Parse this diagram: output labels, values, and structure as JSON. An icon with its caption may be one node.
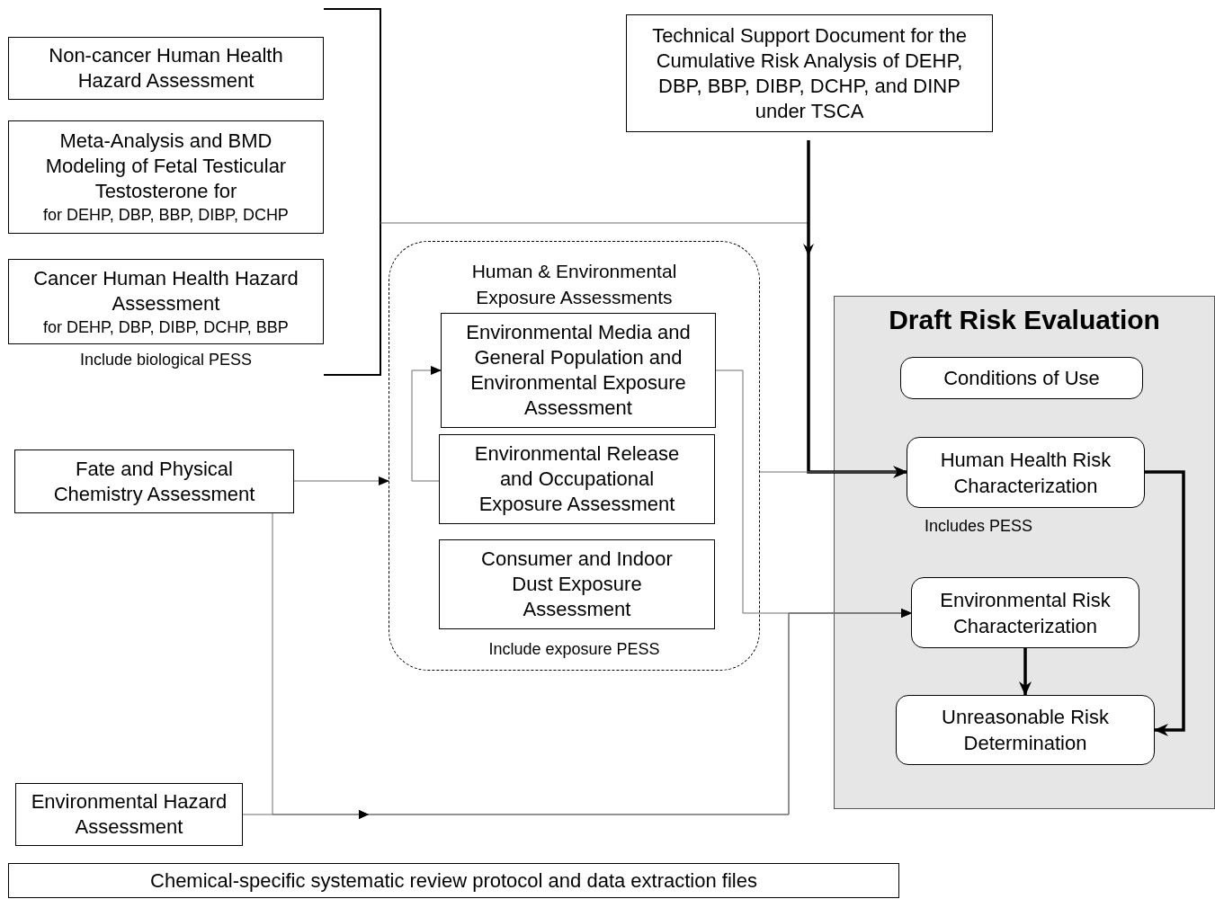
{
  "diagram": {
    "nodes": [
      {
        "text": [
          "Non-cancer Human Health Hazard Assessment"
        ]
      },
      {
        "text": [
          "Meta-Analysis and BMD Modeling of Fetal Testicular Testosterone for",
          "for DEHP, DBP, BBP, DIBP, DCHP"
        ]
      },
      {
        "text": [
          "Cancer Human Health Hazard Assessment",
          "for DEHP, DBP, DIBP, DCHP, BBP"
        ],
        "beside": [
          "Include biological PESS"
        ]
      },
      {
        "text": [
          "Technical Support Document for the Cumulative Risk Analysis of DEHP, DBP, BBP, DIBP, DCHP, and DINP under TSCA"
        ]
      },
      {
        "text": [
          "Human & Environmental Exposure Assessments",
          "Include exposure PESS"
        ]
      },
      {
        "text": [
          "Environmental Media and General Population and Environmental Exposure Assessment"
        ],
        "in": 4
      },
      {
        "text": [
          "Environmental Release and Occupational Exposure Assessment"
        ],
        "in": 4
      },
      {
        "text": [
          "Consumer and Indoor Dust Exposure Assessment"
        ],
        "in": 4
      },
      {
        "text": [
          "Fate and Physical Chemistry Assessment"
        ]
      },
      {
        "text": [
          "Draft Risk Evaluation"
        ]
      },
      {
        "text": [
          "Conditions of Use"
        ],
        "in": 9
      },
      {
        "text": [
          "Human Health Risk Characterization"
        ],
        "in": 9,
        "beside": [
          "Includes PESS"
        ]
      },
      {
        "text": [
          "Environmental Risk Characterization"
        ],
        "in": 9
      },
      {
        "text": [
          "Unreasonable Risk Determination"
        ],
        "in": 9
      },
      {
        "text": [
          "Environmental Hazard Assessment"
        ]
      },
      {
        "text": [
          "Chemical-specific systematic review protocol and data extraction files"
        ]
      },
      {
        "text": [],
        "shape": "bracket"
      }
    ],
    "edges": [
      {
        "from": 16,
        "to": 11,
        "arrow": "to"
      },
      {
        "from": 3,
        "to": 11,
        "arrow": "to",
        "style": "thick",
        "color": "#000000"
      },
      {
        "from": 4,
        "to": 11,
        "arrow": "to"
      },
      {
        "from": 8,
        "to": 4,
        "arrow": "to"
      },
      {
        "from": 6,
        "to": 5,
        "arrow": "to"
      },
      {
        "from": 5,
        "to": 12,
        "arrow": "to"
      },
      {
        "from": 8,
        "to": 12,
        "arrow": "to"
      },
      {
        "from": 14,
        "to": 12,
        "arrow": "to"
      },
      {
        "from": 11,
        "to": 13,
        "arrow": "to",
        "style": "thick",
        "color": "#000000"
      },
      {
        "from": 12,
        "to": 13,
        "arrow": "to",
        "style": "thick",
        "color": "#000000"
      }
    ]
  }
}
